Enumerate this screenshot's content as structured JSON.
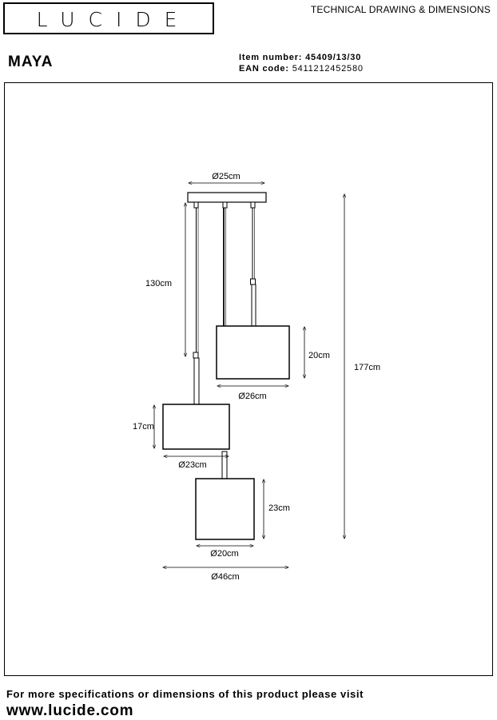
{
  "header": {
    "brand": "LUCIDE",
    "doc_type": "TECHNICAL DRAWING & DIMENSIONS",
    "product_name": "MAYA",
    "item_number_label": "Item number:",
    "item_number": "45409/13/30",
    "ean_label": "EAN code:",
    "ean": "5411212452580"
  },
  "dimensions": {
    "canopy_diameter": "Ø25cm",
    "cable_length": "130cm",
    "total_height": "177cm",
    "shade_top_height": "20cm",
    "shade_top_diameter": "Ø26cm",
    "shade_mid_height": "17cm",
    "shade_mid_diameter": "Ø23cm",
    "shade_bottom_height": "23cm",
    "shade_bottom_diameter": "Ø20cm",
    "total_width": "Ø46cm"
  },
  "footer": {
    "note": "For more specifications or dimensions of this product please visit",
    "url": "www.lucide.com"
  }
}
